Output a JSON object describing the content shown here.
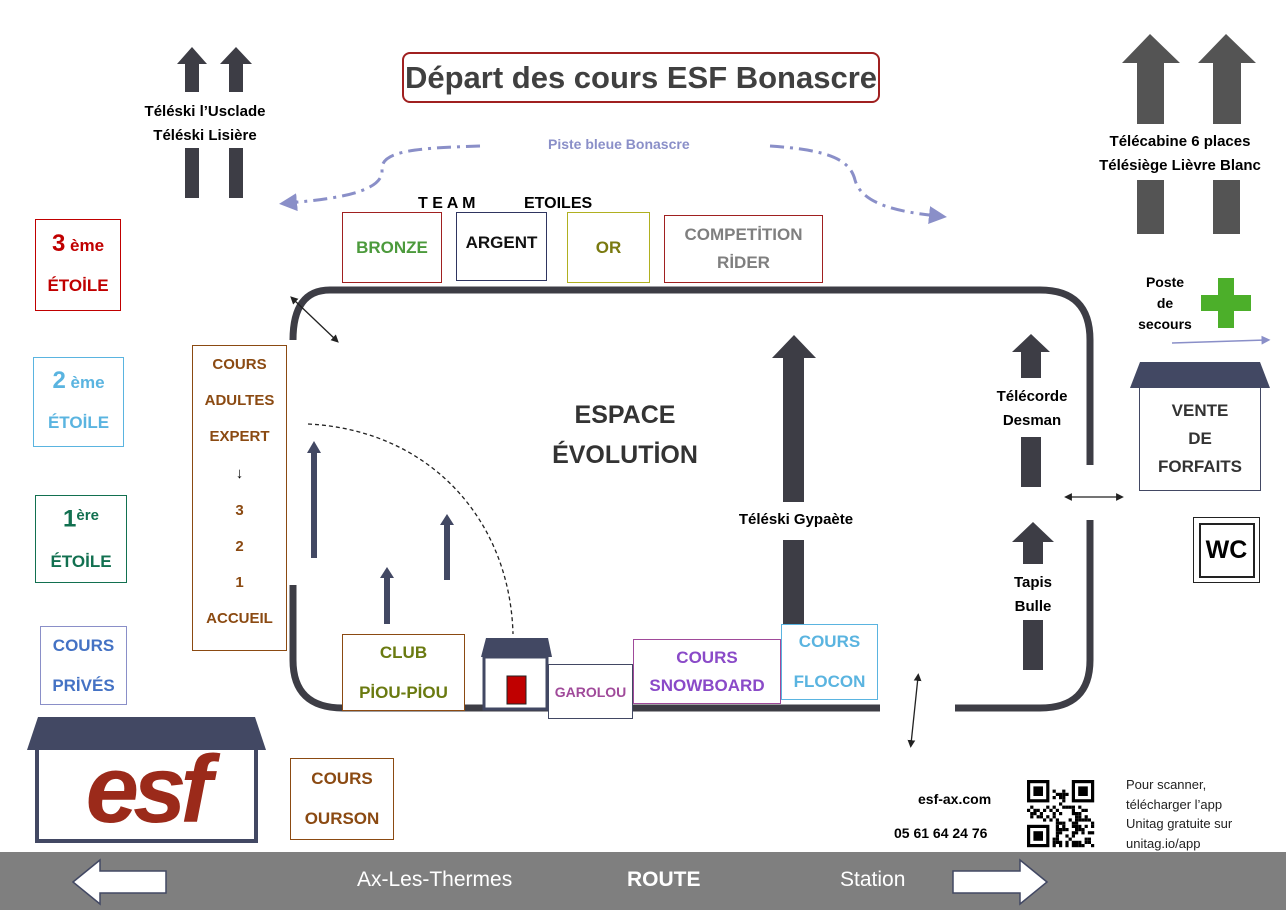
{
  "title": "Départ des cours ESF Bonascre",
  "piste": "Piste bleue Bonascre",
  "lifts": {
    "usclade": "Téléski l’Usclade",
    "lisiere": "Téléski Lisière",
    "telecabine": "Télécabine 6 places",
    "telesiege": "Télésiège Lièvre Blanc",
    "gypaete": "Téléski Gypaète",
    "telecorde_1": "Télécorde",
    "telecorde_2": "Desman",
    "tapis_1": "Tapis",
    "tapis_2": "Bulle"
  },
  "team": {
    "team": "T E A M",
    "etoiles": "ETOILES"
  },
  "groups": {
    "bronze": "BRONZE",
    "argent": "ARGENT",
    "or": "OR",
    "competition_1": "COMPETİTION",
    "competition_2": "RİDER"
  },
  "stars": {
    "third_num": "3",
    "third_suffix": " ème",
    "third_label": "ÉTOİLE",
    "second_num": "2",
    "second_suffix": " ème",
    "second_label": "ÉTOİLE",
    "first_num": "1",
    "first_suffix": "ère",
    "first_label": "ÉTOİLE"
  },
  "prives": {
    "line1": "COURS",
    "line2": "PRİVÉS"
  },
  "adultes": {
    "line1": "COURS",
    "line2": "ADULTES",
    "line3": "EXPERT",
    "arrow": "↓",
    "n3": "3",
    "n2": "2",
    "n1": "1",
    "accueil": "ACCUEIL"
  },
  "espace": {
    "line1": "ESPACE",
    "line2": "ÉVOLUTİON"
  },
  "secours": {
    "line1": "Poste",
    "line2": "de",
    "line3": "secours"
  },
  "vente": {
    "line1": "VENTE",
    "line2": "DE",
    "line3": "FORFAITS"
  },
  "wc": "WC",
  "club": {
    "line1": "CLUB",
    "line2": "PİOU-PİOU"
  },
  "garolou": "GAROLOU",
  "snowboard": {
    "line1": "COURS",
    "line2": "SNOWBOARD"
  },
  "flocon": {
    "line1": "COURS",
    "line2": "FLOCON"
  },
  "ourson": {
    "line1": "COURS",
    "line2": "OURSON"
  },
  "logo": "esf",
  "contact": {
    "site": "esf-ax.com",
    "phone": "05 61 64 24 76"
  },
  "scan": {
    "line1": "Pour scanner,",
    "line2": "télécharger l’app",
    "line3": "Unitag gratuite sur",
    "line4": "unitag.io/app"
  },
  "road": {
    "left": "Ax-Les-Thermes",
    "center": "ROUTE",
    "right": "Station"
  },
  "colors": {
    "title_border": "#a02020",
    "bronze": "#4c9a3c",
    "argent": "#2f3560",
    "or": "#7a7a10",
    "competition": "#7f7f7f",
    "third_star": "#c00000",
    "second_star": "#5ab4e0",
    "first_star": "#127050",
    "prives": "#4472c4",
    "adultes": "#8b4a12",
    "club": "#6a7a10",
    "garolou": "#a04a9a",
    "snowboard": "#8a4ac8",
    "flocon": "#5ab4e0",
    "ourson": "#8b4a12",
    "logo": "#9b2a1a",
    "roof": "#424863",
    "cross": "#4caf2a",
    "arrow": "#404040",
    "road": "#7f7f7f"
  },
  "icons": [
    "up-arrow-icon",
    "double-arrow-icon",
    "first-aid-cross-icon",
    "qr-code-icon",
    "hut-icon",
    "left-arrow-icon",
    "right-arrow-icon"
  ]
}
